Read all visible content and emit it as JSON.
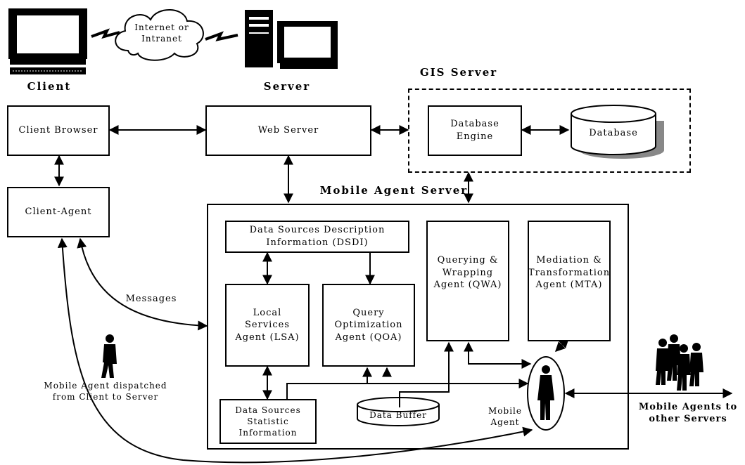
{
  "top": {
    "cloud": "Internet or Intranet",
    "client_label": "Client",
    "server_label": "Server"
  },
  "gis": {
    "title": "GIS Server",
    "engine": "Database Engine",
    "database": "Database"
  },
  "left": {
    "client_browser": "Client Browser",
    "client_agent": "Client-Agent"
  },
  "web_server": "Web Server",
  "mas": {
    "title": "Mobile Agent Server",
    "dsdi": "Data Sources Description Information (DSDI)",
    "lsa": "Local Services Agent (LSA)",
    "qoa": "Query Optimization Agent (QOA)",
    "qwa": "Querying & Wrapping Agent (QWA)",
    "mta": "Mediation & Transformation Agent (MTA)",
    "dssi": "Data Sources Statistic Information",
    "buffer": "Data Buffer",
    "mobile_agent": "Mobile Agent"
  },
  "notes": {
    "messages": "Messages",
    "dispatched": "Mobile Agent dispatched from Client to Server",
    "to_others": "Mobile Agents to other Servers"
  }
}
